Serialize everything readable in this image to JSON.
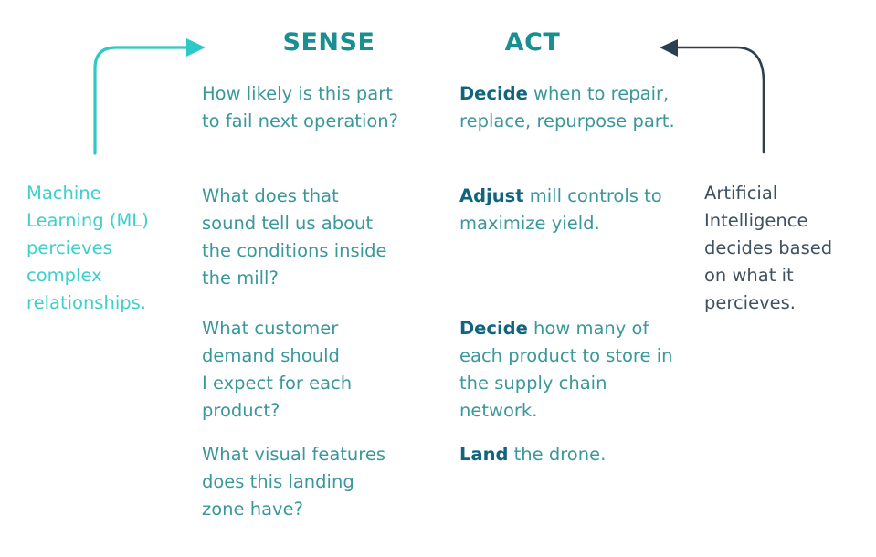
{
  "colors": {
    "background": "#ffffff",
    "ml_cyan": "#3ccfce",
    "heading_teal": "#1a8f92",
    "body_teal": "#3a979c",
    "lead_bold_teal": "#10647d",
    "ai_navy": "#3e5263"
  },
  "left_column": {
    "name": "machine-learning-caption",
    "text": "Machine Learning (ML) percieves complex relationships.",
    "lines": [
      "Machine",
      "Learning (ML)",
      "percieves",
      "complex",
      "relationships."
    ]
  },
  "sense_column": {
    "heading": "SENSE",
    "paragraphs": [
      {
        "id": "sense-p1",
        "lead": "",
        "text": "How likely is this part to fail next operation?",
        "lines": [
          "How likely is this part",
          "to fail next operation?"
        ]
      },
      {
        "id": "sense-p2",
        "lead": "",
        "text": "What does that sound tell us about the conditions inside the mill?",
        "lines": [
          "What does that",
          "sound tell us about",
          "the conditions inside",
          "the mill?"
        ]
      },
      {
        "id": "sense-p3",
        "lead": "",
        "text": "What customer demand should I expect for each product?",
        "lines": [
          "What customer",
          "demand should",
          "I expect for each",
          "product?"
        ]
      },
      {
        "id": "sense-p4",
        "lead": "",
        "text": "What visual features does this landing zone have?",
        "lines": [
          "What visual features",
          "does this landing",
          "zone have?"
        ]
      }
    ]
  },
  "act_column": {
    "heading": "ACT",
    "paragraphs": [
      {
        "id": "act-p1",
        "lead": "Decide",
        "rest": " when to repair, replace, repurpose part.",
        "lines": [
          "Decide when to",
          "repair, replace,",
          "repurpose part."
        ]
      },
      {
        "id": "act-p2",
        "lead": "Adjust",
        "rest": " mill controls to maximize yield.",
        "lines": [
          "Adjust mill controls",
          "to maximize yield."
        ]
      },
      {
        "id": "act-p3",
        "lead": "Decide",
        "rest": " how many of each product to store in the supply chain network.",
        "lines": [
          "Decide how many",
          "of each product to",
          "store in the supply",
          "chain network."
        ]
      },
      {
        "id": "act-p4",
        "lead": "Land",
        "rest": " the drone.",
        "lines": [
          "Land the drone."
        ]
      }
    ]
  },
  "right_column": {
    "name": "artificial-intelligence-caption",
    "text": "Artificial Intelligence decides based on what it percieves.",
    "lines": [
      "Artificial",
      "Intelligence",
      "decides based",
      "on what it",
      "percieves."
    ]
  },
  "arrows": {
    "left": {
      "name": "ml-to-sense-arrow",
      "direction": "right",
      "color": "#2ec8c8",
      "description": "curved arrow from Machine Learning up and right into SENSE"
    },
    "right": {
      "name": "ai-to-act-arrow",
      "direction": "left",
      "color": "#2b3f4f",
      "description": "curved arrow from Artificial Intelligence up and left into ACT"
    }
  }
}
